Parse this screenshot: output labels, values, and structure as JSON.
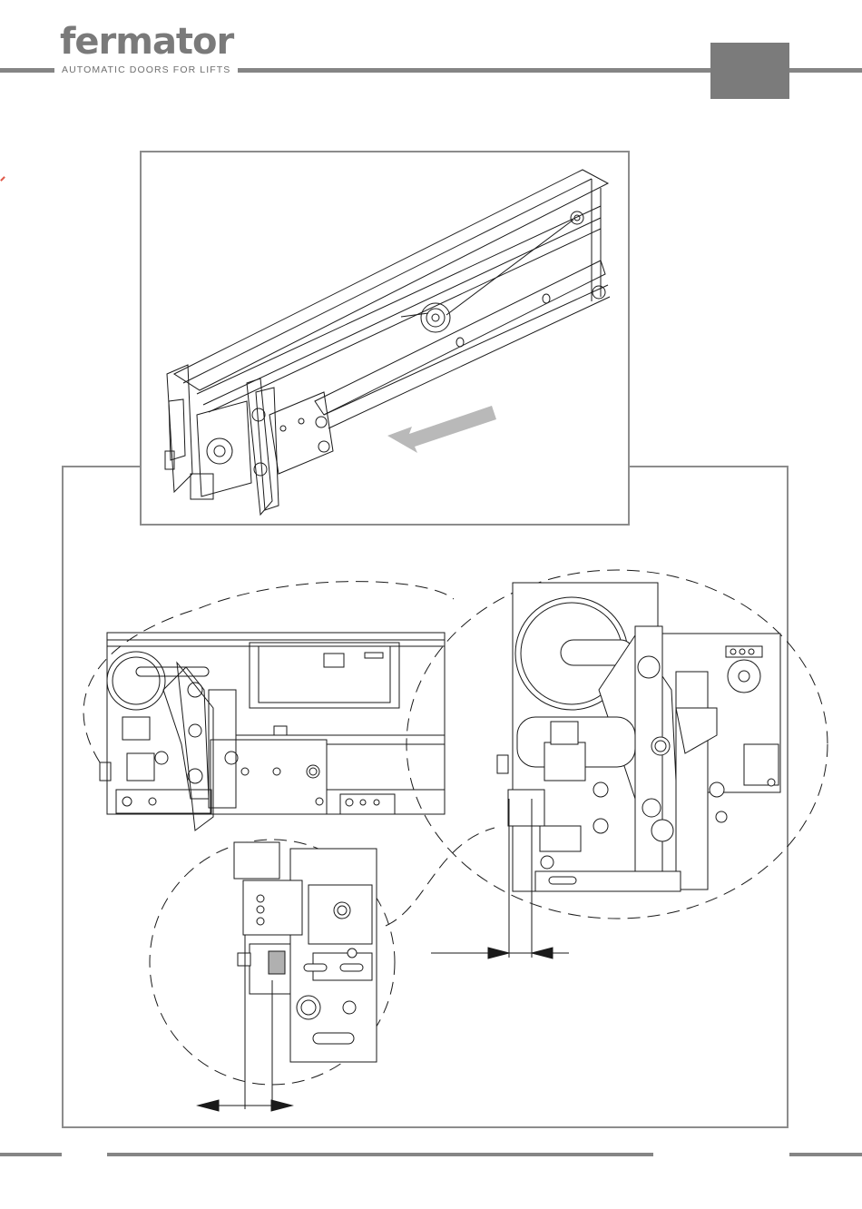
{
  "header": {
    "brand": "fermator",
    "tagline": "AUTOMATIC DOORS FOR LIFTS"
  },
  "figures": {
    "top_illustration": "door-operator-isometric",
    "bottom_illustration": "door-operator-detail-views"
  },
  "colors": {
    "rule": "#858585",
    "tab": "#7b7b7b",
    "frame": "#8c8c8c",
    "arrow": "#b9b9b9",
    "line": "#1a1a1a"
  }
}
